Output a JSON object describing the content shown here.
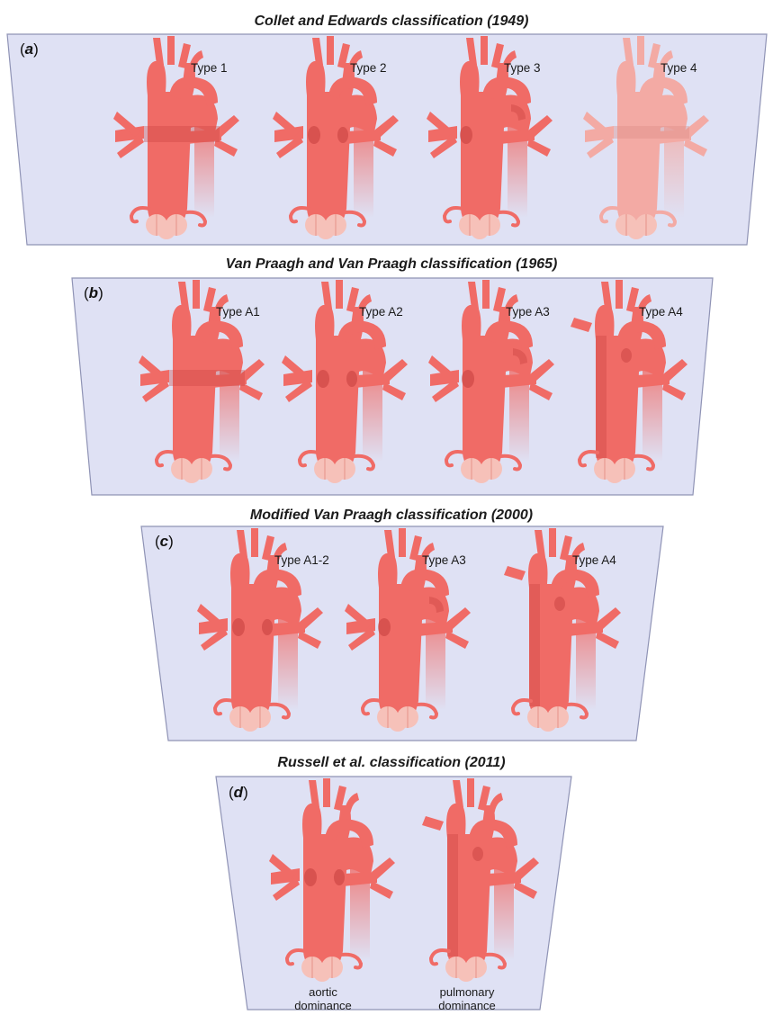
{
  "colors": {
    "panel": "#dfe1f4",
    "panel_border": "#8f93b5",
    "vessel": "#f06b66",
    "vessel_dark": "#c8413f",
    "vessel_pale": "#f3aaa4",
    "valve": "#f6c1b9"
  },
  "panels": [
    {
      "letter": "a",
      "heading": "Collet and Edwards classification (1949)",
      "items": [
        {
          "label": "Type 1",
          "style": "band",
          "pale": false,
          "caption": ""
        },
        {
          "label": "Type 2",
          "style": "dots",
          "pale": false,
          "caption": ""
        },
        {
          "label": "Type 3",
          "style": "side",
          "pale": false,
          "caption": ""
        },
        {
          "label": "Type 4",
          "style": "absent",
          "pale": true,
          "caption": ""
        }
      ]
    },
    {
      "letter": "b",
      "heading": "Van Praagh and Van Praagh classification (1965)",
      "items": [
        {
          "label": "Type A1",
          "style": "band",
          "pale": false,
          "caption": ""
        },
        {
          "label": "Type A2",
          "style": "dots",
          "pale": false,
          "caption": ""
        },
        {
          "label": "Type A3",
          "style": "side",
          "pale": false,
          "caption": ""
        },
        {
          "label": "Type A4",
          "style": "pulm",
          "pale": false,
          "caption": ""
        }
      ]
    },
    {
      "letter": "c",
      "heading": "Modified Van Praagh classification (2000)",
      "items": [
        {
          "label": "Type A1-2",
          "style": "dots",
          "pale": false,
          "caption": ""
        },
        {
          "label": "Type A3",
          "style": "side",
          "pale": false,
          "caption": ""
        },
        {
          "label": "Type A4",
          "style": "pulm",
          "pale": false,
          "caption": ""
        }
      ]
    },
    {
      "letter": "d",
      "heading": "Russell et al. classification (2011)",
      "items": [
        {
          "label": "",
          "style": "dots",
          "pale": false,
          "caption": [
            "aortic",
            "dominance"
          ]
        },
        {
          "label": "",
          "style": "pulm",
          "pale": false,
          "caption": [
            "pulmonary",
            "dominance"
          ]
        }
      ]
    }
  ]
}
